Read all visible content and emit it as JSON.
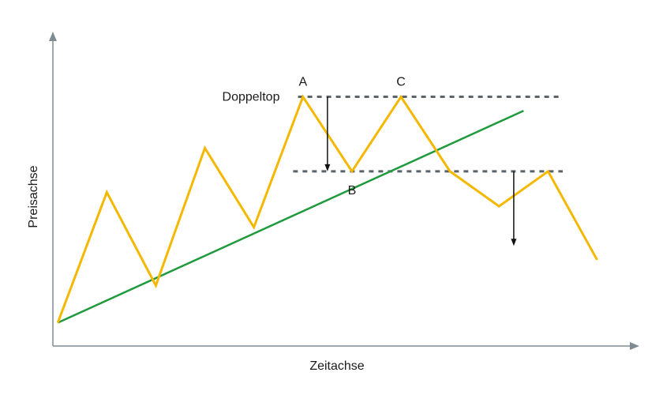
{
  "chart_data": {
    "type": "line",
    "title": "",
    "xlabel": "Zeitachse",
    "ylabel": "Preisachse",
    "grid": false,
    "legend": "none",
    "colors": {
      "price": "#f5b800",
      "trend": "#1f9a3c",
      "levels": "#5b646a",
      "arrows": "#111111",
      "axes": "#7f8c93"
    },
    "series": [
      {
        "x": [
          0,
          1,
          2,
          3,
          4,
          5,
          6,
          7,
          8,
          9,
          10,
          11
        ],
        "y": [
          1.0,
          6.6,
          2.6,
          8.5,
          5.1,
          10.7,
          7.5,
          10.7,
          7.5,
          6.0,
          7.5,
          3.7
        ]
      }
    ],
    "trendline": {
      "from": [
        0,
        1.0
      ],
      "to": [
        9.5,
        10.1
      ]
    },
    "levels": [
      {
        "y": 10.7,
        "x_from": 4.9,
        "x_to": 10.3
      },
      {
        "y": 7.5,
        "x_from": 4.8,
        "x_to": 10.3
      }
    ],
    "arrows": [
      {
        "x": 5.5,
        "y_from": 10.7,
        "y_to": 7.5
      },
      {
        "x": 9.3,
        "y_from": 7.5,
        "y_to": 4.3
      }
    ],
    "annotations": [
      {
        "text": "Doppeltop",
        "x": 4.85,
        "y": 10.7,
        "position": "left"
      },
      {
        "text": "A",
        "x": 5,
        "y": 10.7,
        "position": "above"
      },
      {
        "text": "B",
        "x": 6,
        "y": 7.5,
        "position": "below"
      },
      {
        "text": "C",
        "x": 7,
        "y": 10.7,
        "position": "above"
      }
    ],
    "xlim": [
      -0.1,
      11.7
    ],
    "ylim": [
      0,
      13.5
    ]
  }
}
